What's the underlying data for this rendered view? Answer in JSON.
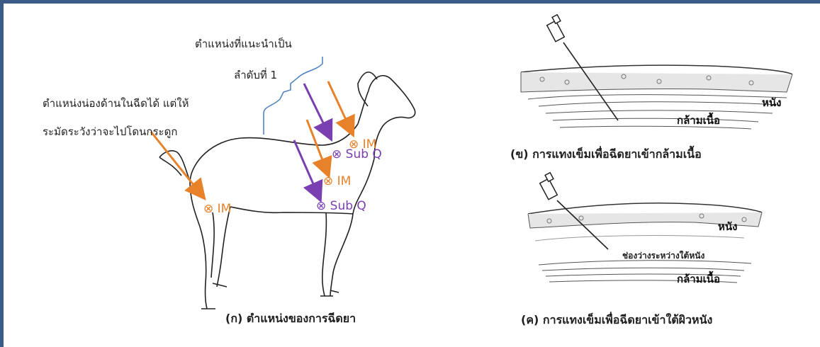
{
  "annotations": {
    "recommended_line1": "ตำแหน่งที่แนะนำเป็น",
    "recommended_line2": "ลำดับที่ 1",
    "inner_thigh_line1": "ตำแหน่งน่องด้านในฉีดได้ แต่ให้",
    "inner_thigh_line2": "ระมัดระวังว่าจะไปโดนกระดูก"
  },
  "markers": {
    "im_neck": "⊗ IM",
    "subq_neck": "⊗ Sub Q",
    "im_shoulder": "⊗ IM",
    "subq_chest": "⊗ Sub Q",
    "im_thigh": "⊗ IM"
  },
  "panels": {
    "goat_caption": "(ก)   ตำแหน่งของการฉีดยา",
    "im_skin_label": "หนัง",
    "im_muscle_label": "กล้ามเนื้อ",
    "im_caption": "(ข) การแทงเข็มเพื่อฉีดยาเข้ากล้ามเนื้อ",
    "sc_skin_label": "หนัง",
    "sc_space_label": "ช่องว่างระหว่างใต้หนัง",
    "sc_muscle_label": "กล้ามเนื้อ",
    "sc_caption": "(ค) การแทงเข็มเพื่อฉีดยาเข้าใต้ผิวหนัง"
  },
  "colors": {
    "frame": "#3b5a86",
    "im": "#e8822a",
    "subq": "#7a3fb0"
  }
}
